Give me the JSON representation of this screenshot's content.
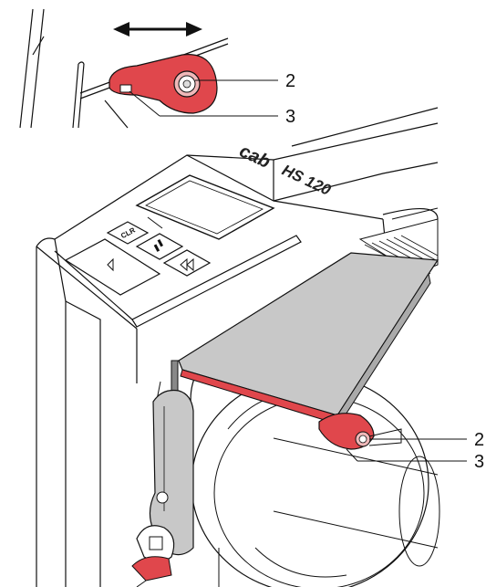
{
  "callouts": {
    "top_2": "2",
    "top_3": "3",
    "main_2": "2",
    "main_3": "3"
  },
  "device": {
    "brand_logo": "cab",
    "model_logo": "HS 120"
  },
  "keypad": {
    "clr_key": "CLR"
  },
  "colors": {
    "highlight": "#e0474c",
    "outline": "#111111",
    "panel_gray": "#c8c8c8"
  },
  "icons": {
    "double_arrow": "left-right-arrow-icon",
    "pause_key": "pause-icon",
    "feed_key": "feed-icon",
    "menu_key": "menu-icon"
  }
}
